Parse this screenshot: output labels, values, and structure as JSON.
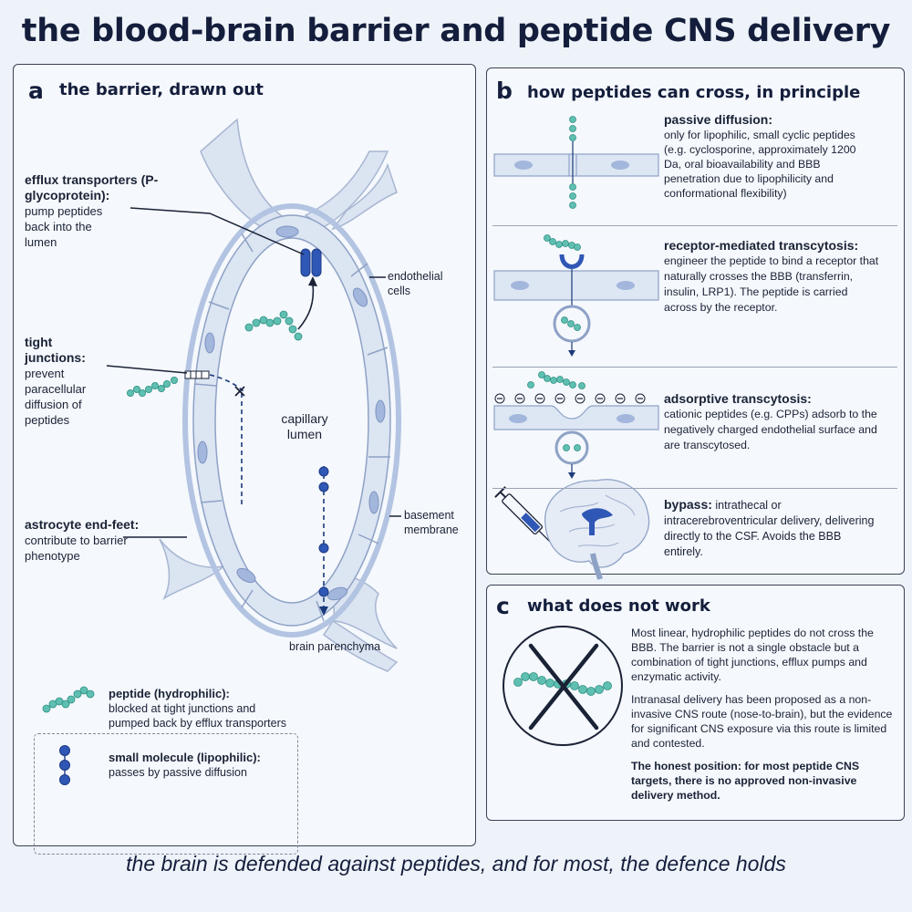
{
  "title": "the blood-brain barrier and peptide CNS delivery",
  "panel_a": {
    "letter": "a",
    "title": "the barrier, drawn out",
    "efflux_heading": "efflux transporters (P-glycoprotein):",
    "efflux_text": "pump peptides back into the lumen",
    "tight_heading": "tight junctions:",
    "tight_text": "prevent paracellular diffusion of peptides",
    "astro_heading": "astrocyte end-feet:",
    "astro_text": "contribute to barrier phenotype",
    "endothelial": "endothelial cells",
    "lumen": "capillary lumen",
    "basement": "basement membrane",
    "parenchyma": "brain parenchyma",
    "legend": {
      "peptide_heading": "peptide (hydrophilic):",
      "peptide_text": "blocked at tight junctions and pumped back by efflux transporters",
      "small_heading": "small molecule (lipophilic):",
      "small_text": "passes by passive diffusion"
    }
  },
  "panel_b": {
    "letter": "b",
    "title": "how peptides can cross, in principle",
    "passive_heading": "passive diffusion:",
    "passive_text": "only for lipophilic, small cyclic peptides (e.g. cyclosporine, approximately 1200 Da, oral bioavailability and BBB penetration due to lipophilicity and conformational flexibility)",
    "rmt_heading": "receptor-mediated transcytosis:",
    "rmt_text": "engineer the peptide to bind a receptor that naturally crosses the BBB (transferrin, insulin, LRP1). The peptide is carried across by the receptor.",
    "amt_heading": "adsorptive transcytosis:",
    "amt_text": "cationic peptides (e.g. CPPs) adsorb to the negatively charged endothelial surface and are transcytosed.",
    "bypass_heading": "bypass:",
    "bypass_text": "intrathecal or intracerebroventricular delivery, delivering directly to the CSF. Avoids the BBB entirely."
  },
  "panel_c": {
    "letter": "c",
    "title": "what does not work",
    "para1": "Most linear, hydrophilic peptides do not cross the BBB. The barrier is not a single obstacle but a combination of tight junctions, efflux pumps and enzymatic activity.",
    "para2": "Intranasal delivery has been proposed as a non-invasive CNS route (nose-to-brain), but the evidence for significant CNS exposure via this route is limited and contested.",
    "para3": "The honest position: for most peptide CNS targets, there is no approved non-invasive delivery method."
  },
  "footer": "the brain is defended against peptides, and for most, the defence holds",
  "colors": {
    "teal": "#5fc0b2",
    "blue": "#2f57b5",
    "cell_fill": "#dde6f3",
    "nucleus": "#a3b6dc",
    "astro": "#dbe4f1"
  },
  "icons": [
    "x-mark-icon",
    "receptor-icon",
    "syringe-icon",
    "brain-icon",
    "vesicle-icon",
    "transporter-icon"
  ]
}
